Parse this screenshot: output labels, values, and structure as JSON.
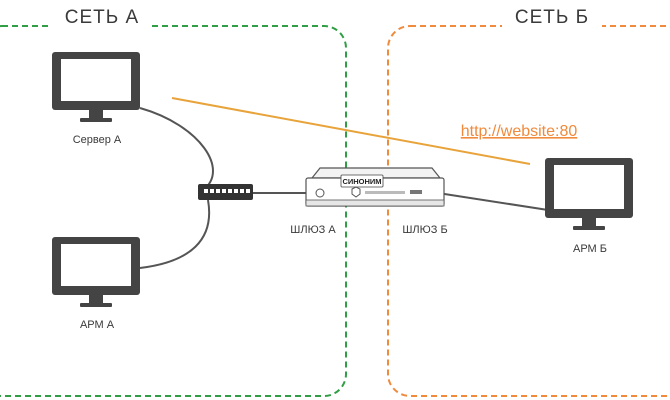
{
  "network_a": {
    "title": "СЕТЬ А",
    "color": "#2f9e44"
  },
  "network_b": {
    "title": "СЕТЬ Б",
    "color": "#f08a3c"
  },
  "devices": {
    "server_a": {
      "label": "Сервер А",
      "icon": "monitor-icon"
    },
    "arm_a": {
      "label": "АРМ А",
      "icon": "monitor-icon"
    },
    "arm_b": {
      "label": "АРМ Б",
      "icon": "monitor-icon"
    },
    "switch": {
      "icon": "network-switch-icon"
    },
    "gateway": {
      "brand": "СИНОНИМ",
      "icon": "gateway-appliance-icon"
    }
  },
  "gateway_labels": {
    "a": "ШЛЮЗ А",
    "b": "ШЛЮЗ Б"
  },
  "link": {
    "url": "http://website:80",
    "color": "#e8a33a"
  },
  "colors": {
    "device_dark": "#444444",
    "cable": "#555555",
    "text": "#3a3a3a"
  }
}
